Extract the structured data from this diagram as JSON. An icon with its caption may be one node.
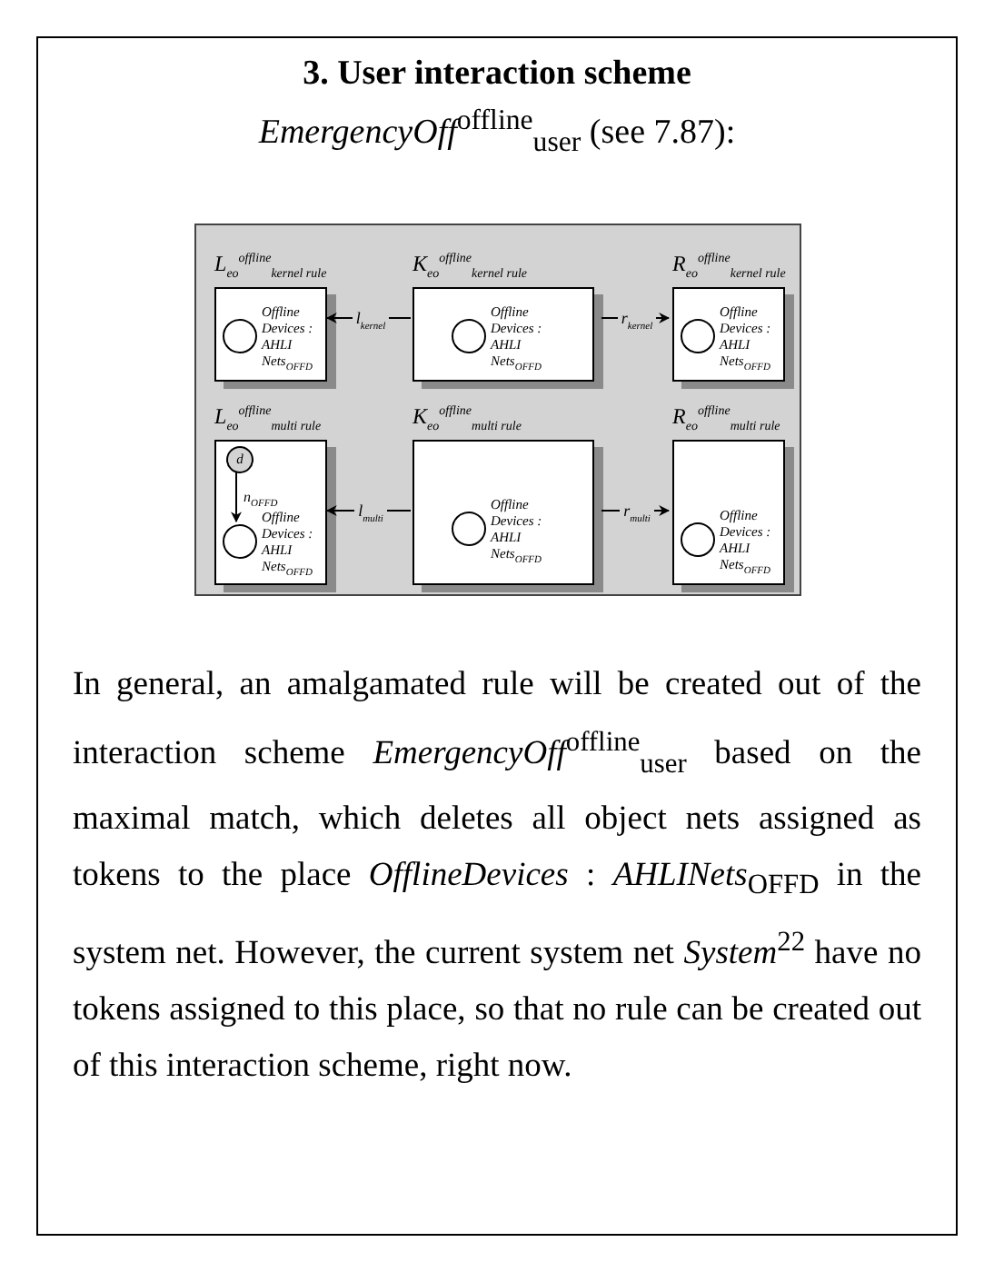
{
  "diagram": {
    "title": "3. User interaction scheme",
    "caption": "In general, an amalgamated rule will be created out of the interaction scheme *EmergencyOff*$^{offline}$$_{user}$ based on the maximal match, which deletes all object nets assigned as tokens to the place *OfflineDevices* : *AHLINets*$_{OFFD}$ in the system net. However, the current system net *System*$^{22}$ have no tokens assigned to this place, so that no rule can be created out of this interaction scheme, right now.",
    "labels": [
      "*EmergencyOff*$^{offline}$$_{user}$ (see 7.87):"
    ],
    "nodes": [
      {
        "text": [],
        "shape": "box"
      },
      {
        "text": [
          "L$_{eo}$$^{offline}$$_{kernel rule}$"
        ],
        "in": 0
      },
      {
        "text": [],
        "shape": "circle",
        "in": 1,
        "beside": [
          "Offline Devices : AHLI Nets$_{OFFD}$"
        ]
      },
      {
        "text": [
          "K$_{eo}$$^{offline}$$_{kernel rule}$"
        ],
        "in": 0
      },
      {
        "text": [],
        "shape": "circle",
        "in": 3,
        "beside": [
          "Offline Devices : AHLI Nets$_{OFFD}$"
        ]
      },
      {
        "text": [
          "R$_{eo}$$^{offline}$$_{kernel rule}$"
        ],
        "in": 0
      },
      {
        "text": [],
        "shape": "circle",
        "in": 5,
        "beside": [
          "Offline Devices : AHLI Nets$_{OFFD}$"
        ]
      },
      {
        "text": [
          "L$_{eo}$$^{offline}$$_{multi rule}$"
        ],
        "in": 0
      },
      {
        "text": [
          "d"
        ],
        "in": 7
      },
      {
        "text": [],
        "shape": "circle",
        "in": 7,
        "beside": [
          "Offline Devices : AHLI Nets$_{OFFD}$"
        ]
      },
      {
        "text": [
          "K$_{eo}$$^{offline}$$_{multi rule}$"
        ],
        "in": 0
      },
      {
        "text": [],
        "shape": "circle",
        "in": 10,
        "beside": [
          "Offline Devices : AHLI Nets$_{OFFD}$"
        ]
      },
      {
        "text": [
          "R$_{eo}$$^{offline}$$_{multi rule}$"
        ],
        "in": 0
      },
      {
        "text": [],
        "shape": "circle",
        "in": 12,
        "beside": [
          "Offline Devices : AHLI Nets$_{OFFD}$"
        ]
      }
    ],
    "edges": [
      {
        "from": 3,
        "to": 1,
        "arrow": "to",
        "label": "l$_{kernel}$"
      },
      {
        "from": 3,
        "to": 5,
        "arrow": "to",
        "label": "r$_{kernel}$"
      },
      {
        "from": 10,
        "to": 7,
        "arrow": "to",
        "label": "l$_{multi}$"
      },
      {
        "from": 10,
        "to": 12,
        "arrow": "to",
        "label": "r$_{multi}$"
      },
      {
        "from": 8,
        "to": 9,
        "arrow": "to",
        "label": "n$_{OFFD}$"
      }
    ]
  }
}
